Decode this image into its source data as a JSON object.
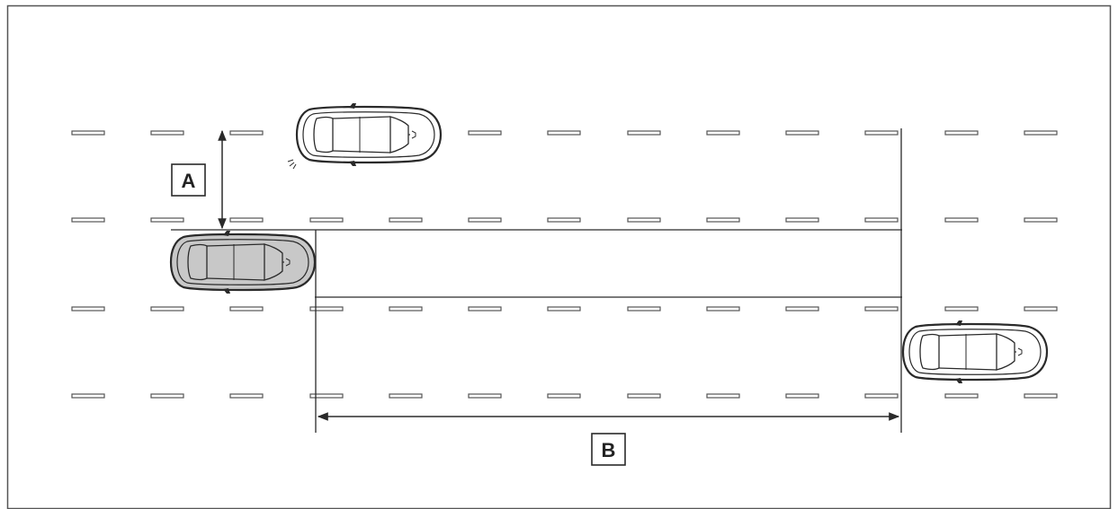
{
  "diagram": {
    "labels": {
      "distance_a": "A",
      "distance_b": "B"
    },
    "colors": {
      "stroke": "#2a2a2a",
      "lane_dash": "#555555",
      "own_car_fill": "#c8c8c8",
      "other_car_fill": "#ffffff",
      "background": "#ffffff"
    },
    "vehicles": [
      "own-vehicle",
      "adjacent-lane-vehicle",
      "rear-vehicle"
    ]
  }
}
